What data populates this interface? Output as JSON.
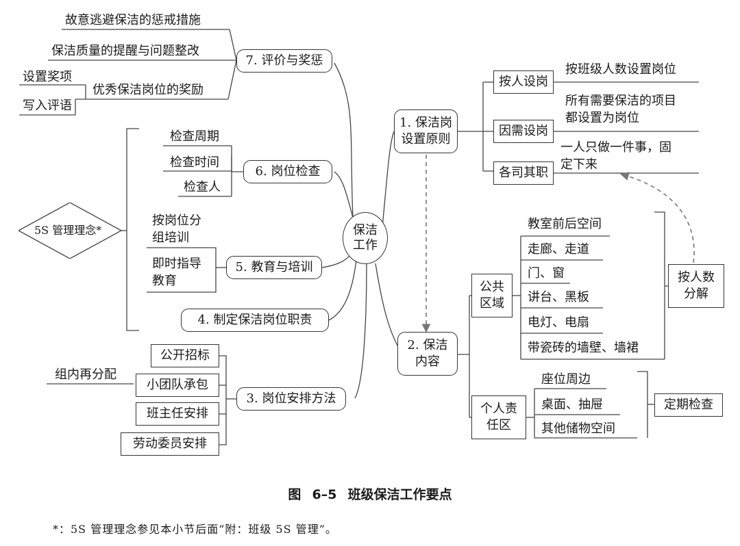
{
  "center": "保洁工作",
  "topics": {
    "t7": "7. 评价与奖惩",
    "t6": "6. 岗位检查",
    "t5": "5. 教育与培训",
    "t4": "4. 制定保洁岗位职责",
    "t3": "3. 岗位安排方法",
    "t1": [
      "1. 保洁岗",
      "设置原则"
    ],
    "t2": [
      "2. 保洁",
      "内容"
    ]
  },
  "t7_items": {
    "punish": "故意逃避保洁的惩戒措施",
    "remind": "保洁质量的提醒与问题整改",
    "reward": "优秀保洁岗位的奖励",
    "set_award": "设置奖项",
    "comment": "写入评语"
  },
  "t6_items": [
    "检查周期",
    "检查时间",
    "检查人"
  ],
  "t5_items": {
    "group_train": [
      "按岗位分",
      "组培训"
    ],
    "instant": [
      "即时指导",
      "教育"
    ]
  },
  "concept": "5S 管理理念*",
  "t3_items": {
    "bid": "公开招标",
    "team": "小团队承包",
    "regroup": "组内再分配",
    "monitor": "班主任安排",
    "labor": "劳动委员安排"
  },
  "t1_items": {
    "by_people": "按人设岗",
    "by_people_desc": "按班级人数设置岗位",
    "by_need": "因需设岗",
    "by_need_desc": [
      "所有需要保洁的项目",
      "都设置为岗位"
    ],
    "own_duty": "各司其职",
    "own_duty_desc": [
      "一人只做一件事，固",
      "定下来"
    ]
  },
  "t2_items": {
    "public": [
      "公共",
      "区域"
    ],
    "public_list": [
      "教室前后空间",
      "走廊、走道",
      "门、窗",
      "讲台、黑板",
      "电灯、电扇",
      "带瓷砖的墙壁、墙裙"
    ],
    "split": [
      "按人数",
      "分解"
    ],
    "personal": [
      "个人责",
      "任区"
    ],
    "personal_list": [
      "座位周边",
      "桌面、抽屉",
      "其他储物空间"
    ],
    "regular": "定期检查"
  },
  "caption": "图 6–5   班级保洁工作要点",
  "footnote": "*：5S 管理理念参见本小节后面“附：班级 5S 管理”。"
}
